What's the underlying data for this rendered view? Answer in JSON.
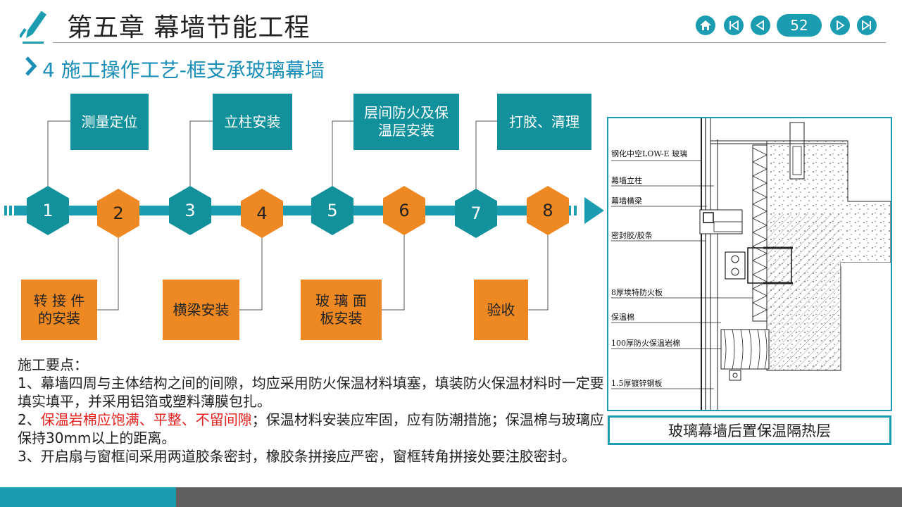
{
  "header": {
    "chapter_title": "第五章  幕墙节能工程",
    "page_number": "52",
    "nav": [
      "home-icon",
      "first-page-icon",
      "prev-page-icon",
      "next-page-icon",
      "last-page-icon"
    ]
  },
  "subtitle": "4 施工操作工艺-框支承玻璃幕墙",
  "process": {
    "steps": [
      "1",
      "2",
      "3",
      "4",
      "5",
      "6",
      "7",
      "8"
    ],
    "top_labels": [
      "测量定位",
      "立柱安装",
      "层间防火及保温层安装",
      "打胶、清理"
    ],
    "top_label_lines": [
      [
        "测量定位"
      ],
      [
        "立柱安装"
      ],
      [
        "层间防火及保",
        "温层安装"
      ],
      [
        "打胶、清理"
      ]
    ],
    "bottom_label_lines": [
      [
        "转 接 件",
        "的安装"
      ],
      [
        "横梁安装"
      ],
      [
        "玻  璃  面",
        "板安装"
      ],
      [
        "验收"
      ]
    ]
  },
  "notes": {
    "heading": "施工要点：",
    "p1": "1、幕墙四周与主体结构之间的间隙，均应采用防火保温材料填塞，填装防火保温材料时一定要填实填平，并采用铝箔或塑料薄膜包扎。",
    "p2_num": "2、",
    "p2_red": "保温岩棉应饱满、平整、不留间隙",
    "p2_rest": "；保温材料安装应牢固，应有防潮措施；保温棉与玻璃应保持30mm以上的距离。",
    "p3": "3、开启扇与窗框间采用两道胶条密封，橡胶条拼接应严密，窗框转角拼接处要注胶密封。"
  },
  "diagram": {
    "caption": "玻璃幕墙后置保温隔热层",
    "labels": [
      "钢化中空LOW-E 玻璃",
      "幕墙立柱",
      "幕墙横梁",
      "密封胶/胶条",
      "8厚埃特防火板",
      "保温棉",
      "100厚防火保温岩棉",
      "1.5厚镀锌钢板"
    ]
  },
  "colors": {
    "teal": "#12909c",
    "orange": "#ee8822",
    "blue_text": "#1b8fb7",
    "red": "#e3201b"
  }
}
